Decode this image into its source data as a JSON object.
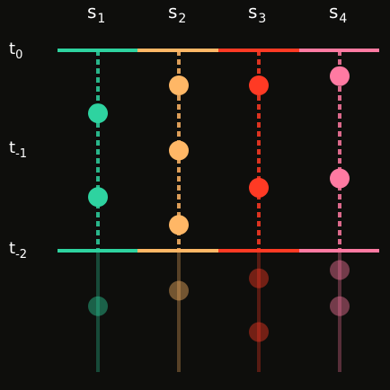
{
  "streams": [
    {
      "id": "s1",
      "base": "s",
      "sub": "1",
      "color": "#2ed3a0",
      "points_upper": [
        0.3,
        0.75
      ],
      "points_lower": [
        0.45
      ]
    },
    {
      "id": "s2",
      "base": "s",
      "sub": "2",
      "color": "#ffb766",
      "points_upper": [
        0.15,
        0.5,
        0.9
      ],
      "points_lower": [
        0.3
      ]
    },
    {
      "id": "s3",
      "base": "s",
      "sub": "3",
      "color": "#ff3a24",
      "points_upper": [
        0.15,
        0.7
      ],
      "points_lower": [
        0.18,
        0.7
      ]
    },
    {
      "id": "s4",
      "base": "s",
      "sub": "4",
      "color": "#ff7aa2",
      "points_upper": [
        0.1,
        0.65
      ],
      "points_lower": [
        0.1,
        0.45
      ]
    }
  ],
  "time_labels": [
    {
      "base": "t",
      "sub": "0",
      "row": "top"
    },
    {
      "base": "t",
      "sub": "-1",
      "row": "middle"
    },
    {
      "base": "t",
      "sub": "-2",
      "row": "bottom"
    }
  ]
}
